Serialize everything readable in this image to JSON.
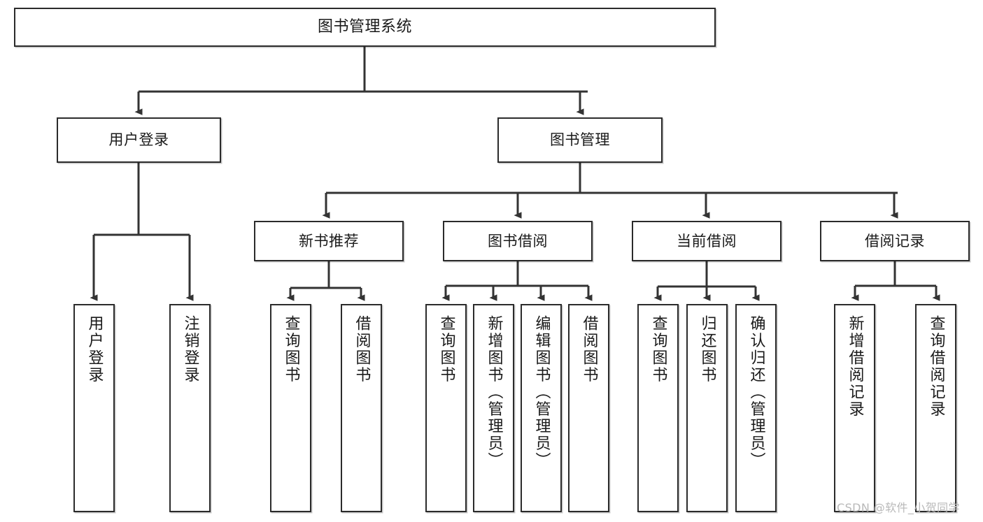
{
  "diagram": {
    "type": "tree-hierarchy",
    "title": "图书管理系统",
    "orientation": "top-down",
    "colors": {
      "box_border": "#2b2b2b",
      "box_fill": "#ffffff",
      "edge": "#333333",
      "text": "#1a1a1a",
      "watermark": "#b9b9b9",
      "background": "#ffffff"
    },
    "nodes": {
      "root": {
        "id": "root",
        "label": "图书管理系统",
        "level": 1
      },
      "level2": [
        {
          "id": "user-login",
          "label": "用户登录",
          "level": 2
        },
        {
          "id": "book-manage",
          "label": "图书管理",
          "level": 2
        }
      ],
      "level3": [
        {
          "id": "new-book-rec",
          "label": "新书推荐",
          "level": 3,
          "parent": "book-manage"
        },
        {
          "id": "book-borrow",
          "label": "图书借阅",
          "level": 3,
          "parent": "book-manage"
        },
        {
          "id": "current-borrow",
          "label": "当前借阅",
          "level": 3,
          "parent": "book-manage"
        },
        {
          "id": "borrow-record",
          "label": "借阅记录",
          "level": 3,
          "parent": "book-manage"
        }
      ],
      "leaves": [
        {
          "id": "leaf-user-login",
          "label": "用户登录",
          "parent": "user-login"
        },
        {
          "id": "leaf-logout-login",
          "label": "注销登录",
          "parent": "user-login"
        },
        {
          "id": "leaf-query-book-1",
          "label": "查询图书",
          "parent": "new-book-rec"
        },
        {
          "id": "leaf-borrow-book-1",
          "label": "借阅图书",
          "parent": "new-book-rec"
        },
        {
          "id": "leaf-query-book-2",
          "label": "查询图书",
          "parent": "book-borrow"
        },
        {
          "id": "leaf-add-book",
          "label": "新增图书（管理员）",
          "parent": "book-borrow"
        },
        {
          "id": "leaf-edit-book",
          "label": "编辑图书（管理员）",
          "parent": "book-borrow"
        },
        {
          "id": "leaf-borrow-book-2",
          "label": "借阅图书",
          "parent": "book-borrow"
        },
        {
          "id": "leaf-query-book-3",
          "label": "查询图书",
          "parent": "current-borrow"
        },
        {
          "id": "leaf-return-book",
          "label": "归还图书",
          "parent": "current-borrow"
        },
        {
          "id": "leaf-confirm-return",
          "label": "确认归还（管理员）",
          "parent": "current-borrow"
        },
        {
          "id": "leaf-add-record",
          "label": "新增借阅记录",
          "parent": "borrow-record"
        },
        {
          "id": "leaf-query-record",
          "label": "查询借阅记录",
          "parent": "borrow-record"
        }
      ]
    },
    "watermark": "CSDN @软件_小贺同学"
  }
}
